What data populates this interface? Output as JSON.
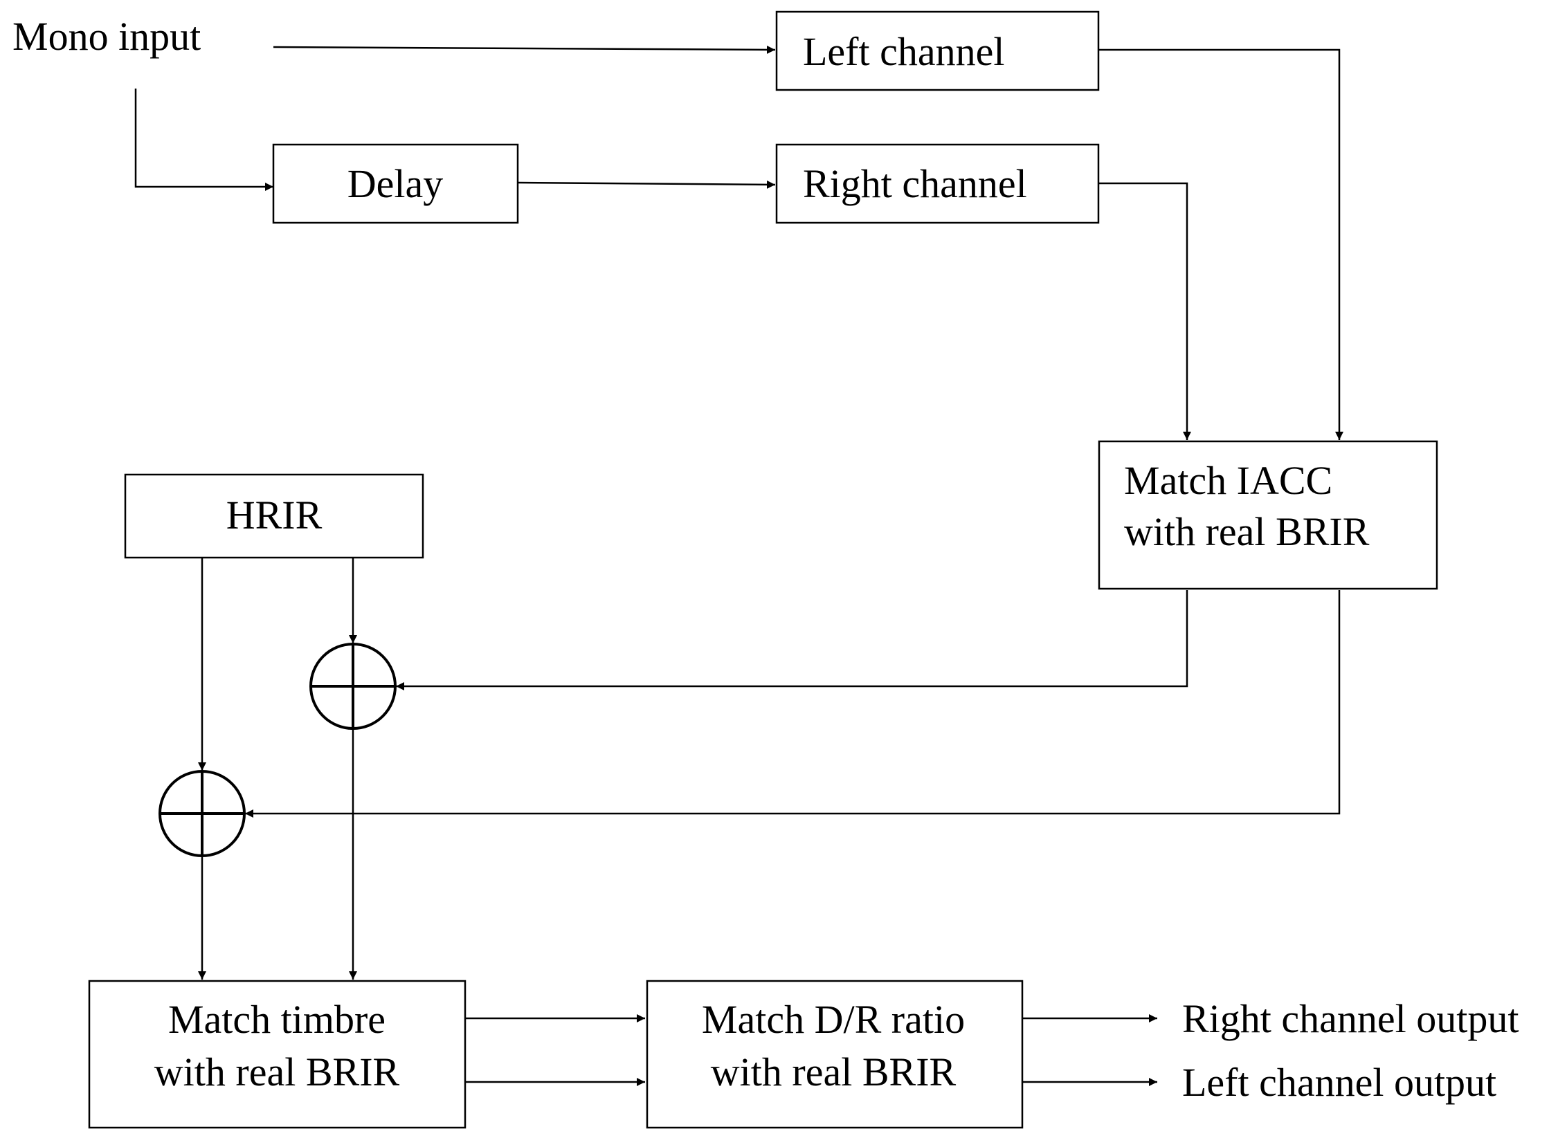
{
  "diagram": {
    "input_label": "Mono input",
    "blocks": {
      "left_channel": "Left channel",
      "delay": "Delay",
      "right_channel": "Right channel",
      "match_iacc": [
        "Match IACC",
        "with real BRIR"
      ],
      "hrir": "HRIR",
      "match_timbre": [
        "Match timbre",
        "with real BRIR"
      ],
      "match_dr": [
        "Match D/R ratio",
        "with real BRIR"
      ]
    },
    "outputs": {
      "right": "Right channel output",
      "left": "Left channel output"
    },
    "colors": {
      "stroke": "#000000",
      "background": "#ffffff"
    }
  }
}
